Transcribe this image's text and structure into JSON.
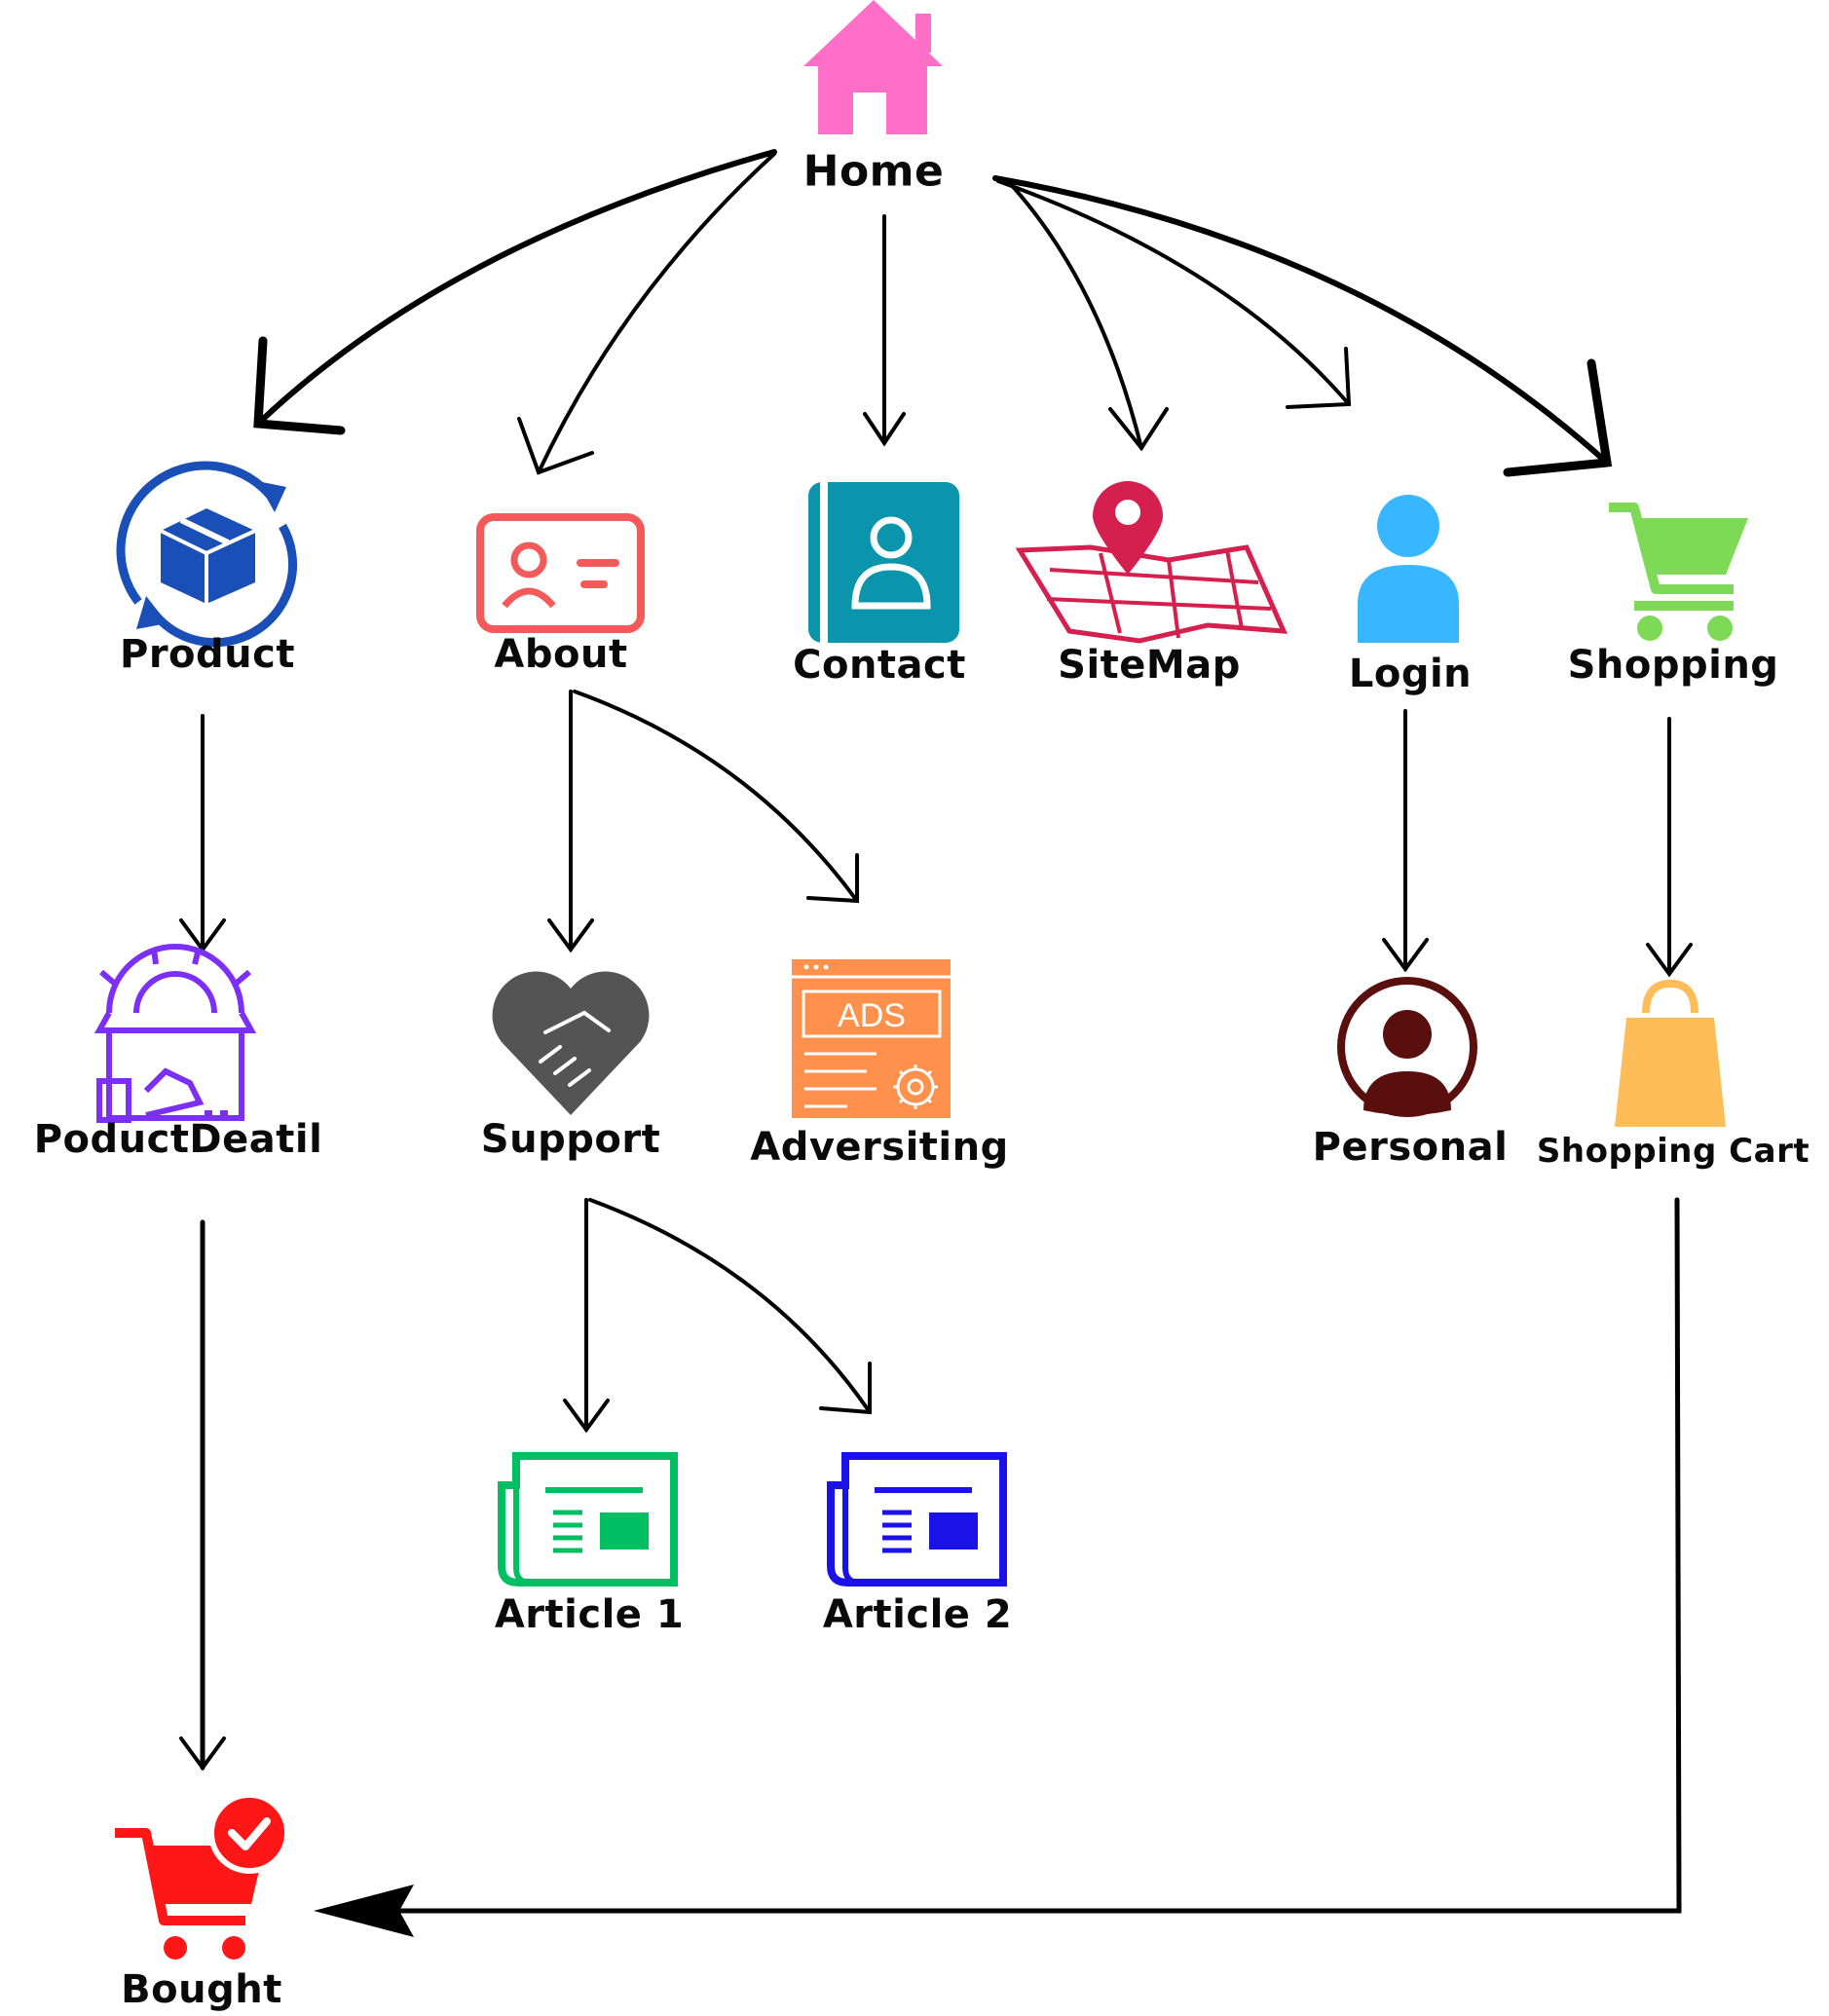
{
  "nodes": {
    "home": {
      "label": "Home",
      "icon": "house-icon",
      "color": "#ff6ec7"
    },
    "product": {
      "label": "Product",
      "icon": "box-refresh-icon",
      "color": "#1b4fb8"
    },
    "about": {
      "label": "About",
      "icon": "id-card-icon",
      "color": "#f45a5a"
    },
    "contact": {
      "label": "Contact",
      "icon": "contact-book-icon",
      "color": "#0a95ad"
    },
    "sitemap": {
      "label": "SiteMap",
      "icon": "map-pin-icon",
      "color": "#d41f4f"
    },
    "login": {
      "label": "Login",
      "icon": "user-icon",
      "color": "#38b6ff"
    },
    "shopping": {
      "label": "Shopping",
      "icon": "shopping-cart-icon",
      "color": "#7ed957"
    },
    "productdetail": {
      "label": "PoductDeatil",
      "icon": "box-gear-icon",
      "color": "#7b2ff7"
    },
    "support": {
      "label": "Support",
      "icon": "handshake-heart-icon",
      "color": "#545454"
    },
    "advertising": {
      "label": "Adversiting",
      "icon": "ads-window-icon",
      "color": "#ff914d",
      "icon_text": "ADS"
    },
    "personal": {
      "label": "Personal",
      "icon": "person-circle-icon",
      "color": "#5a0f0f"
    },
    "shoppingcart": {
      "label": "Shopping Cart",
      "icon": "shopping-bag-icon",
      "color": "#ffbd59"
    },
    "article1": {
      "label": "Article 1",
      "icon": "newspaper-icon",
      "color": "#00bf63"
    },
    "article2": {
      "label": "Article 2",
      "icon": "newspaper-icon",
      "color": "#1a12e6"
    },
    "bought": {
      "label": "Bought",
      "icon": "cart-check-icon",
      "color": "#ff1616"
    }
  },
  "edges": [
    {
      "from": "home",
      "to": "product"
    },
    {
      "from": "home",
      "to": "about"
    },
    {
      "from": "home",
      "to": "contact"
    },
    {
      "from": "home",
      "to": "sitemap"
    },
    {
      "from": "home",
      "to": "login"
    },
    {
      "from": "home",
      "to": "shopping"
    },
    {
      "from": "product",
      "to": "productdetail"
    },
    {
      "from": "about",
      "to": "support"
    },
    {
      "from": "about",
      "to": "advertising"
    },
    {
      "from": "login",
      "to": "personal"
    },
    {
      "from": "shopping",
      "to": "shoppingcart"
    },
    {
      "from": "support",
      "to": "article1"
    },
    {
      "from": "support",
      "to": "article2"
    },
    {
      "from": "productdetail",
      "to": "bought"
    },
    {
      "from": "shoppingcart",
      "to": "bought"
    }
  ]
}
